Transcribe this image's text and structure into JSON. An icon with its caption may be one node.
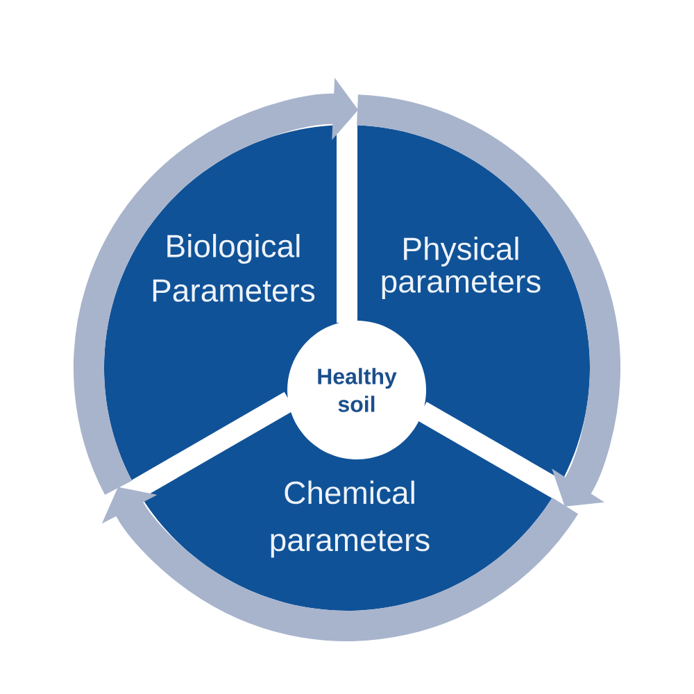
{
  "diagram": {
    "nodes": [
      {
        "text": [
          "Biological Parameters"
        ]
      },
      {
        "text": [
          "Physical parameters"
        ]
      },
      {
        "text": [
          "Healthy soil"
        ]
      },
      {
        "text": [
          "Chemical parameters"
        ]
      }
    ],
    "edges": [
      {
        "from": 0,
        "to": 1,
        "arrow": "to"
      },
      {
        "from": 1,
        "to": 3,
        "arrow": "to"
      },
      {
        "from": 3,
        "to": 0,
        "arrow": "to"
      }
    ]
  }
}
